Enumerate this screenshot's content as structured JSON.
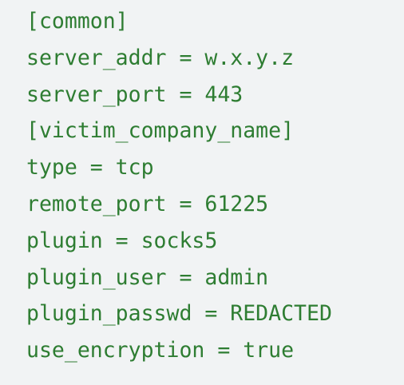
{
  "config": {
    "lines": [
      "[common]",
      "server_addr = w.x.y.z",
      "server_port = 443",
      "[victim_company_name]",
      "type = tcp",
      "remote_port = 61225",
      "plugin = socks5",
      "plugin_user = admin",
      "plugin_passwd = REDACTED",
      "use_encryption = true"
    ]
  },
  "colors": {
    "background": "#f1f3f4",
    "text": "#2e7d32"
  }
}
